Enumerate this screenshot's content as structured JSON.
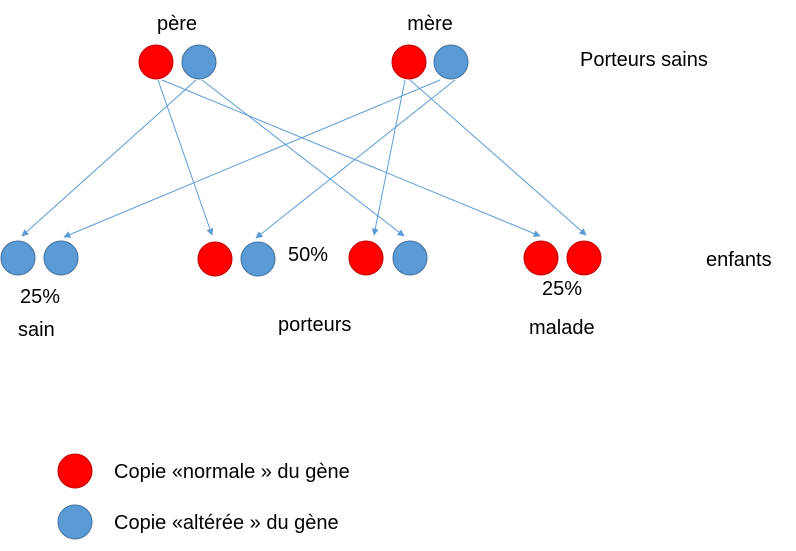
{
  "labels": {
    "father": "père",
    "mother": "mère",
    "parents_status": "Porteurs sains",
    "children": "enfants",
    "pct_healthy": "25%",
    "pct_carriers": "50%",
    "pct_sick": "25%",
    "healthy": "sain",
    "carriers": "porteurs",
    "sick": "malade"
  },
  "legend": {
    "normal": "Copie «normale » du gène",
    "altered": "Copie «altérée » du gène"
  },
  "colors": {
    "normal": "#ff0000",
    "altered": "#5b9bd5",
    "arrow": "#5b9bd5"
  }
}
